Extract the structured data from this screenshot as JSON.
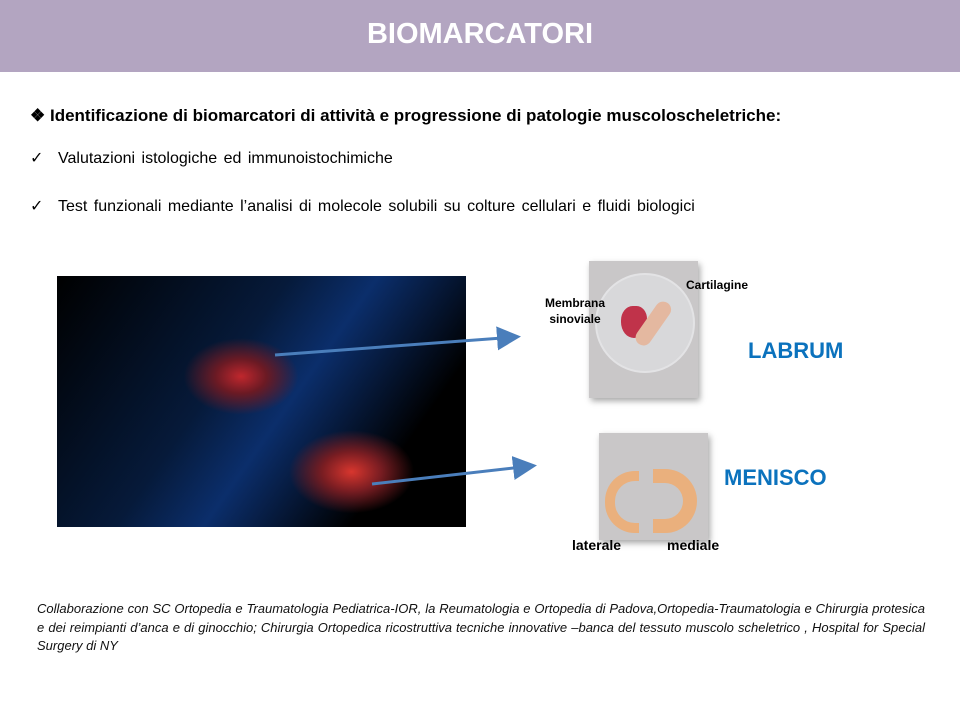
{
  "title": "BIOMARCATORI",
  "bullets": {
    "main": "Identificazione di biomarcatori di attività e progressione di patologie muscoloscheletriche:",
    "main_icon": "diamond-bullet",
    "checks": [
      "Valutazioni  istologiche ed immunoistochimiche",
      "Test funzionali  mediante  l’analisi  di molecole solubili  su colture cellulari  e fluidi biologici"
    ],
    "check_icon": "✓"
  },
  "labels": {
    "membrana": "Membrana",
    "sinoviale": "sinoviale",
    "cartilagine": "Cartilagine",
    "labrum": "LABRUM",
    "menisco": "MENISCO",
    "laterale": "laterale",
    "mediale": "mediale"
  },
  "footer": "Collaborazione con  SC Ortopedia e Traumatologia Pediatrica-IOR, la Reumatologia e Ortopedia di Padova,Ortopedia-Traumatologia e Chirurgia protesica e dei reimpianti d’anca e di ginocchio; Chirurgia Ortopedica ricostruttiva tecniche innovative –banca del tessuto muscolo scheletrico , Hospital for Special Surgery di NY",
  "colors": {
    "header": "#b3a5c1",
    "accent": "#0b72bd",
    "arrow": "#4a7ebb"
  }
}
